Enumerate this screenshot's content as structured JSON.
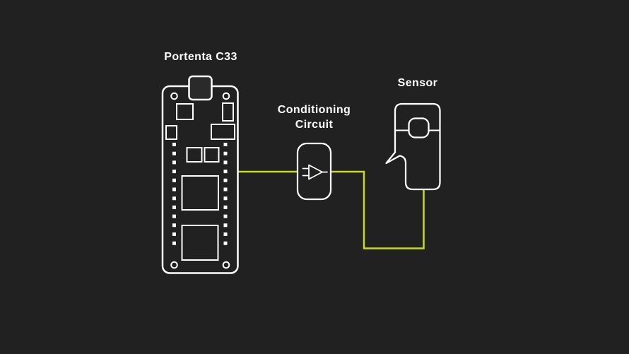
{
  "colors": {
    "background": "#212121",
    "stroke": "#ffffff",
    "wire": "#c8d826",
    "usb_fill": "#2a2a2a",
    "label_text": "#ffffff"
  },
  "labels": {
    "board": "Portenta C33",
    "conditioning_line1": "Conditioning",
    "conditioning_line2": "Circuit",
    "sensor": "Sensor"
  },
  "diagram": {
    "type": "wiring-diagram",
    "nodes": [
      {
        "id": "portenta-c33",
        "label": "Portenta C33",
        "kind": "microcontroller-board"
      },
      {
        "id": "conditioning-circuit",
        "label": "Conditioning Circuit",
        "kind": "op-amp-signal-conditioning-block"
      },
      {
        "id": "sensor",
        "label": "Sensor",
        "kind": "clamp-style-current-sensor"
      }
    ],
    "connections": [
      {
        "from": "portenta-c33",
        "to": "conditioning-circuit",
        "style": "signal-wire"
      },
      {
        "from": "conditioning-circuit",
        "to": "sensor",
        "style": "signal-wire"
      }
    ]
  }
}
